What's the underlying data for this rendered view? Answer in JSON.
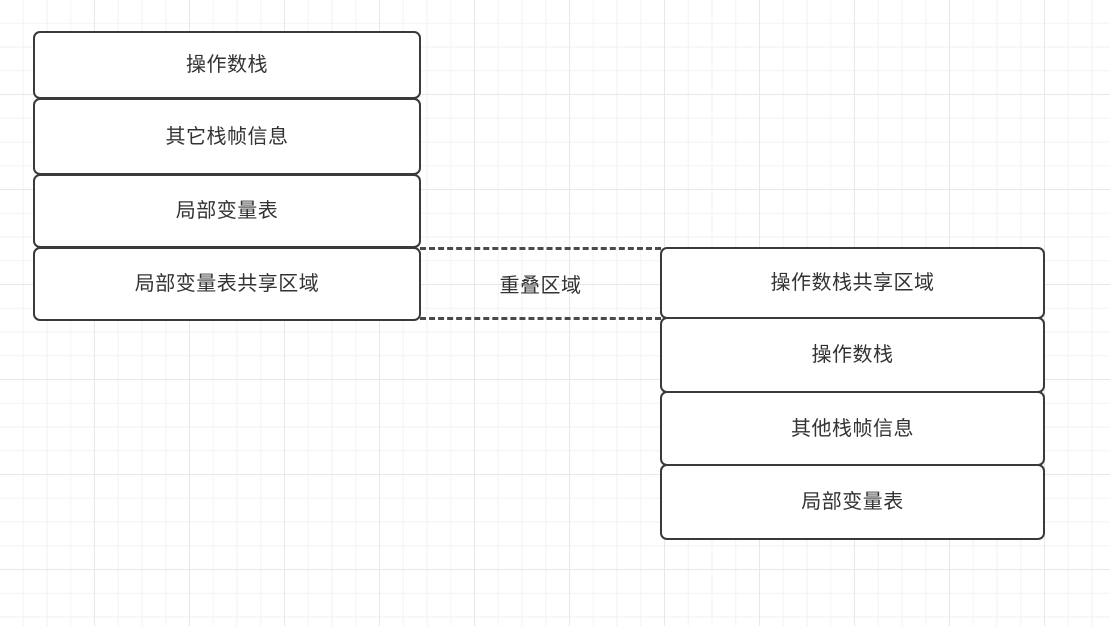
{
  "diagram": {
    "background": {
      "canvas_color": "#ffffff",
      "grid_minor_color": "#f2f2f2",
      "grid_major_color": "#e8e8e8"
    },
    "style": {
      "box_border_color": "#3a3a3a",
      "box_fill_color": "#ffffff",
      "text_color": "#333333",
      "dashed_line_color": "#4a4a4a"
    },
    "left_stack": {
      "name": "caller-stack-frame",
      "boxes": [
        {
          "label": "操作数栈"
        },
        {
          "label": "其它栈帧信息"
        },
        {
          "label": "局部变量表"
        },
        {
          "label": "局部变量表共享区域"
        }
      ]
    },
    "overlap": {
      "label": "重叠区域"
    },
    "right_stack": {
      "name": "callee-stack-frame",
      "boxes": [
        {
          "label": "操作数栈共享区域"
        },
        {
          "label": "操作数栈"
        },
        {
          "label": "其他栈帧信息"
        },
        {
          "label": "局部变量表"
        }
      ]
    }
  }
}
